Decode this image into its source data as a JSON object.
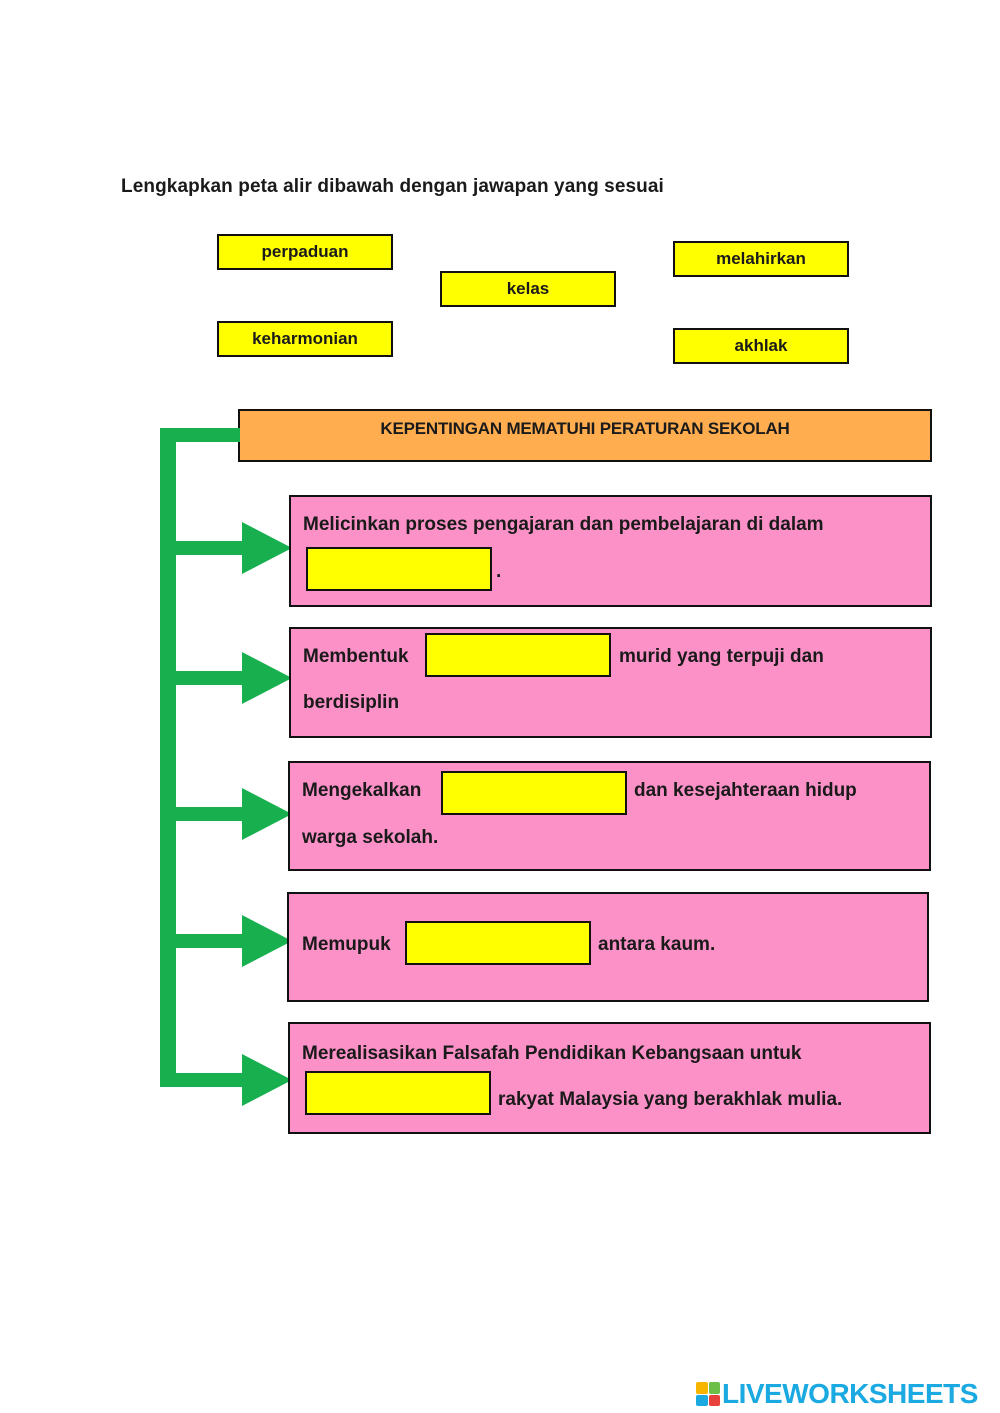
{
  "instruction": "Lengkapkan peta alir dibawah dengan jawapan yang sesuai",
  "word_bank": [
    "perpaduan",
    "kelas",
    "melahirkan",
    "keharmonian",
    "akhlak"
  ],
  "header": "KEPENTINGAN MEMATUHI PERATURAN SEKOLAH",
  "items": [
    {
      "before": "Melicinkan proses pengajaran dan pembelajaran di dalam",
      "after": "."
    },
    {
      "before": "Membentuk",
      "after": "murid yang terpuji dan",
      "line2": "berdisiplin"
    },
    {
      "before": "Mengekalkan",
      "after": "dan kesejahteraan hidup",
      "line2": "warga sekolah."
    },
    {
      "before": "Memupuk",
      "after": "antara kaum."
    },
    {
      "before": "Merealisasikan Falsafah Pendidikan Kebangsaan untuk",
      "after": "rakyat Malaysia yang berakhlak mulia."
    }
  ],
  "brand": "LIVEWORKSHEETS",
  "colors": {
    "word_box": "#ffff00",
    "header_bg": "#ffad4f",
    "card_bg": "#fc91c8",
    "connector": "#18b04f",
    "brand": "#1ba9e1"
  }
}
